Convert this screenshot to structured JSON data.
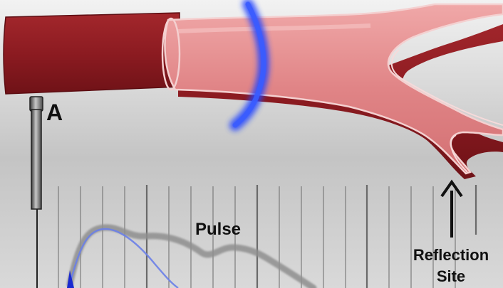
{
  "labels": {
    "probe": "A",
    "pulse": "Pulse",
    "reflection_line1": "Reflection",
    "reflection_line2": "Site"
  },
  "colors": {
    "artery_dark": "#8e1c22",
    "artery_inner": "#e48a8c",
    "artery_edge": "#f4d0d0",
    "pulse_wave_blue": "#2244ff",
    "pulse_curve_gray": "#8f8f8f",
    "pulse_curve_blue": "#6a80e8",
    "grid_line": "#6a6a6a"
  }
}
